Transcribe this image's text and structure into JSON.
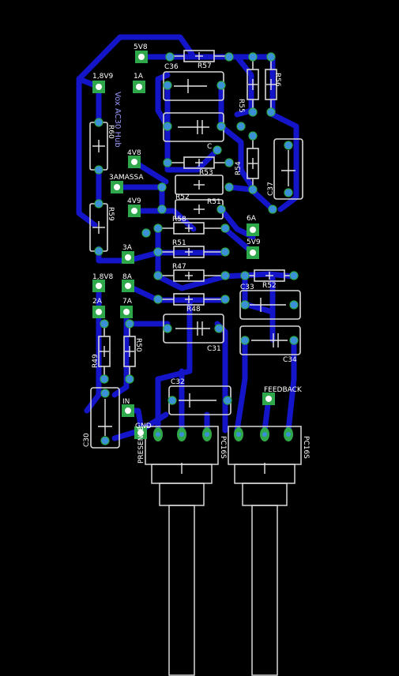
{
  "colors": {
    "background": "#000000",
    "trace": "#1414c8",
    "pad": "#3a8fd8",
    "pad_ring": "#2ea84a",
    "silkscreen": "#d8d8d8",
    "mirrored_text": "#9a9aff"
  },
  "labels": {
    "r_5v8": "5V8",
    "r57": "R57",
    "r_1v9": "1,8V9",
    "r_1a": "1A",
    "c36": "C36",
    "r55": "R55",
    "r56": "R56",
    "r60": "R60",
    "c_cx": "C",
    "r_4v8": "4V8",
    "r53": "R53",
    "r54": "R54",
    "c37": "C37",
    "r_3amassa": "3AMASSA",
    "r52a": "R52",
    "r51a": "R51",
    "r_4v9": "4V9",
    "r59": "R59",
    "r58": "R58",
    "r_6a": "6A",
    "r51": "R51",
    "r_5v9": "5V9",
    "r_3a": "3A",
    "r47": "R47",
    "r_1v8": "1,8V8",
    "r_8a": "8A",
    "c33": "C33",
    "r52": "R52",
    "r_2a": "2A",
    "r_7a": "7A",
    "r48": "R48",
    "c31": "C31",
    "r49": "R49",
    "r50": "R50",
    "c34": "C34",
    "c32": "C32",
    "feedback": "FEEDBACK",
    "in": "IN",
    "gnd": "GND",
    "c30": "C30",
    "pot_left": "PRESENCE",
    "pot_left_2": "PC16S",
    "pot_right": "PC16S",
    "mirror_text": "Vox AC30 Hub"
  }
}
